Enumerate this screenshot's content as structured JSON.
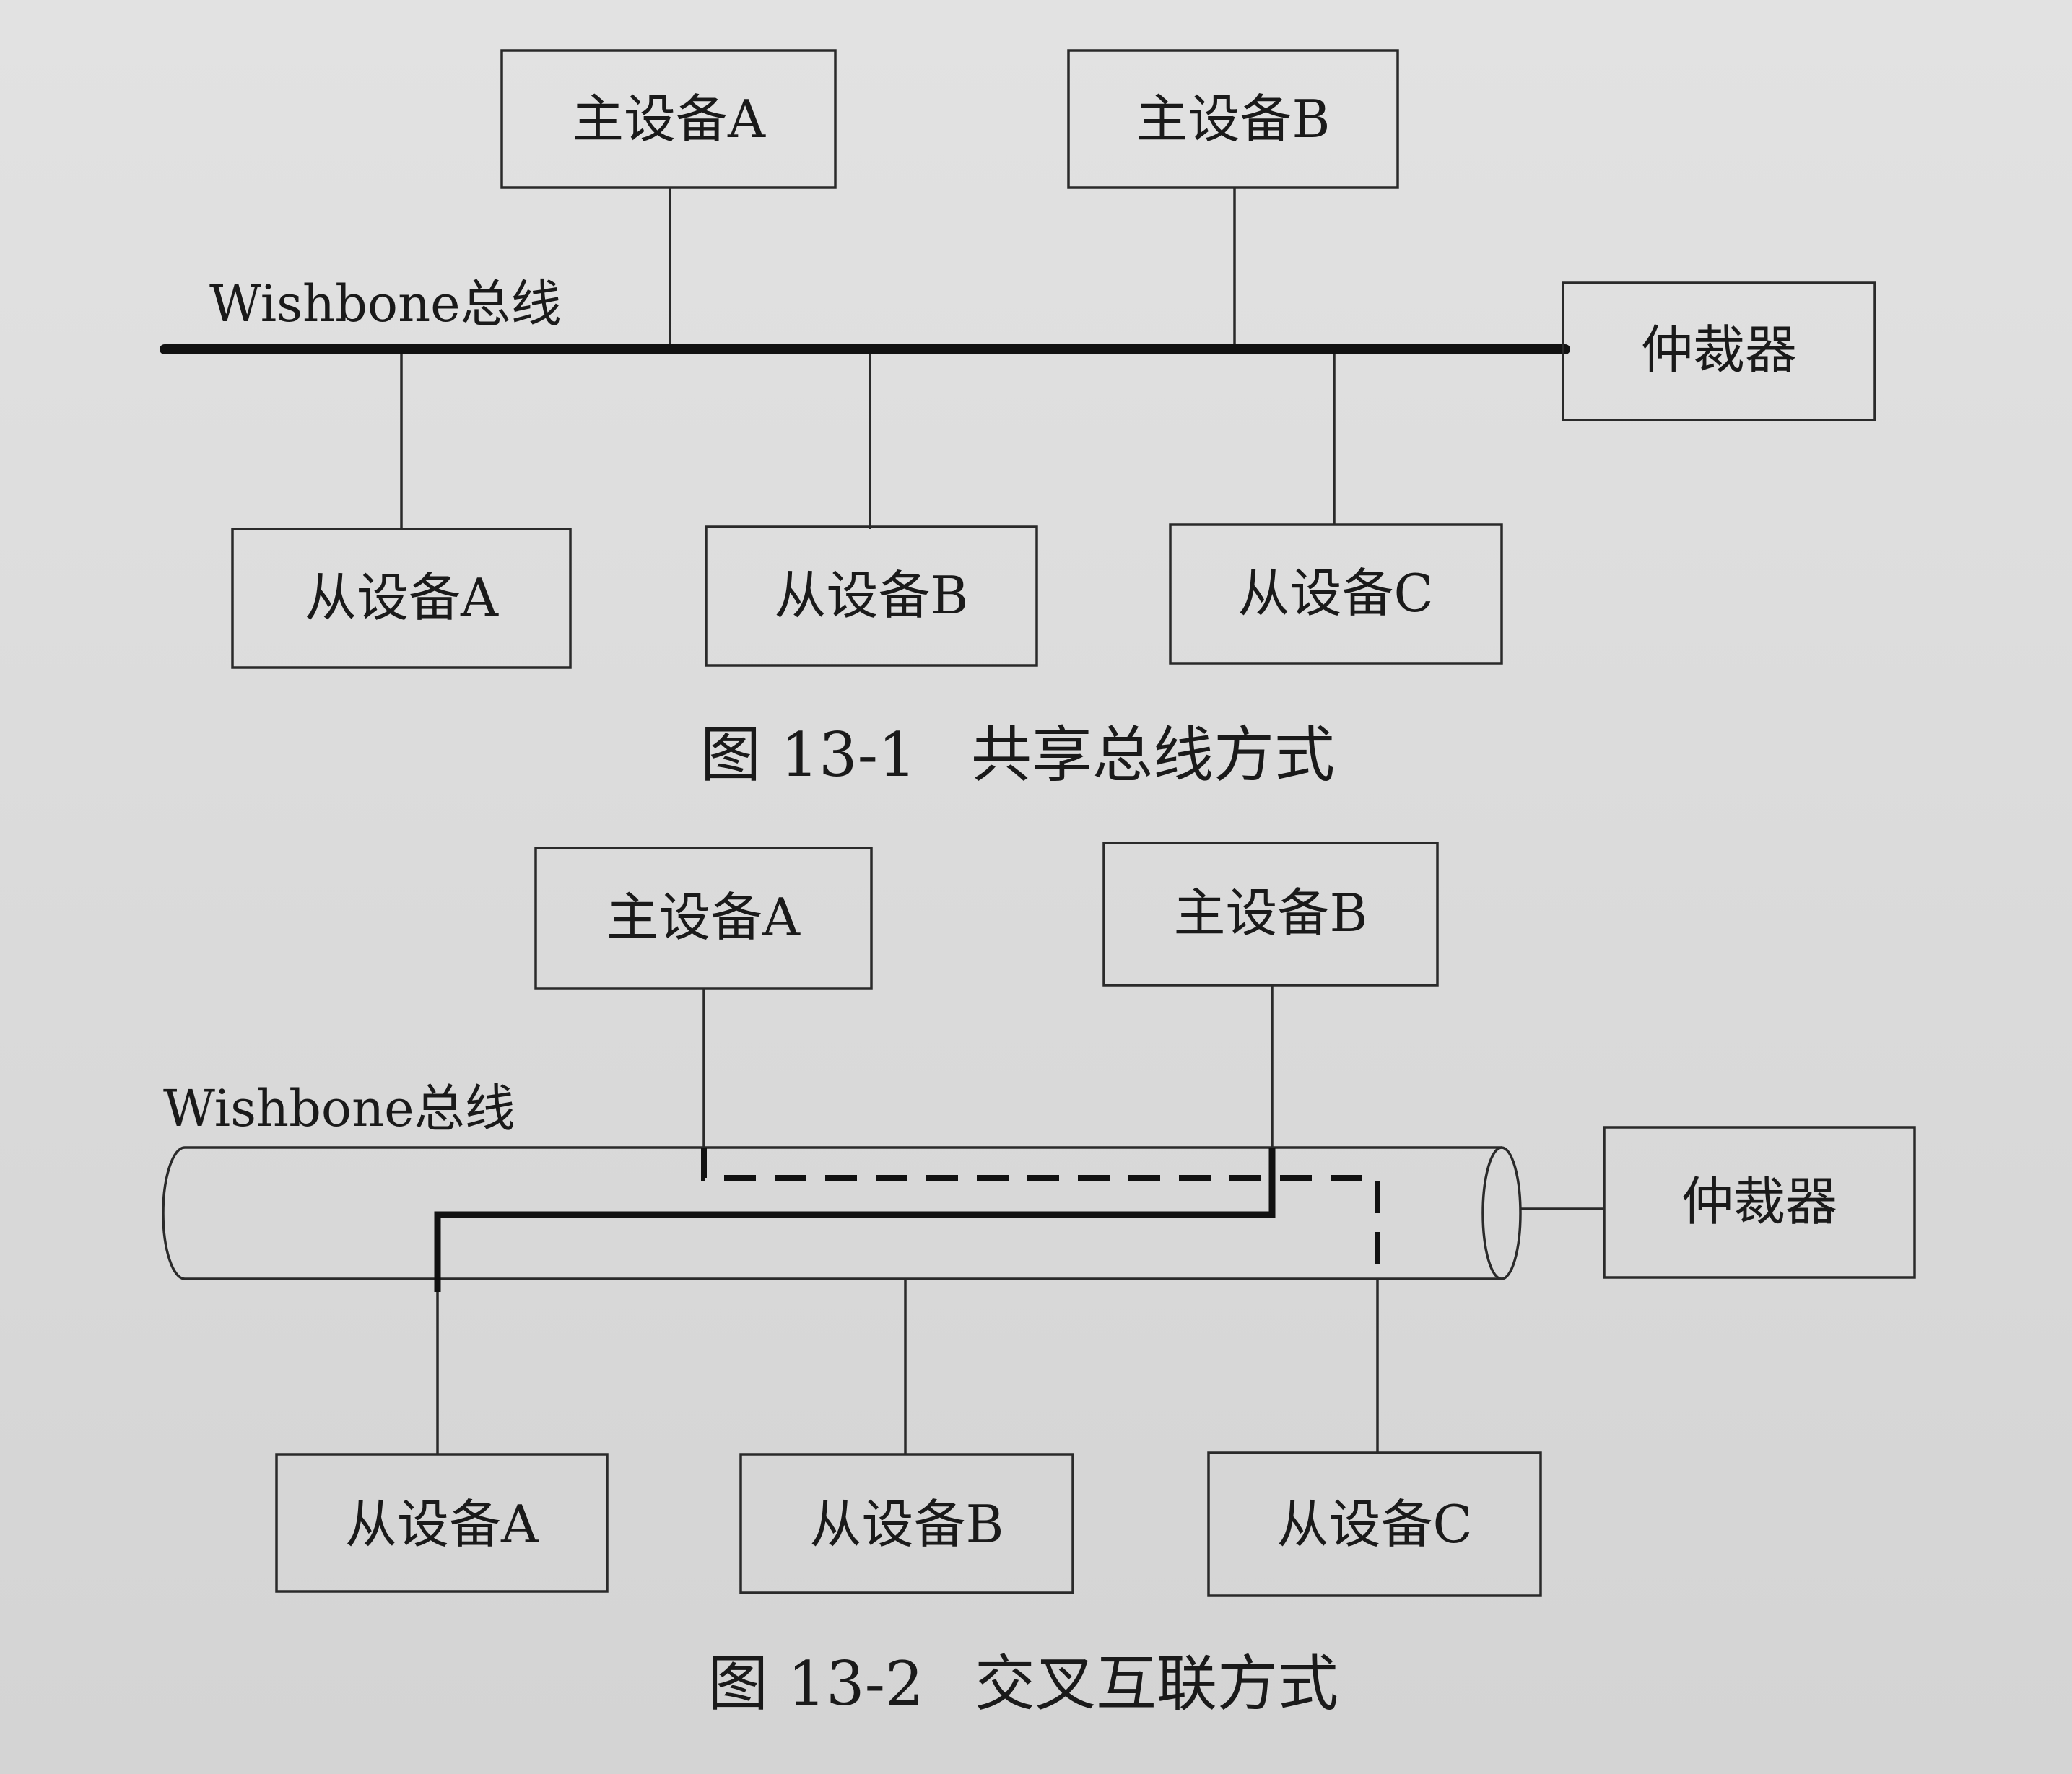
{
  "figure1": {
    "masters": [
      "主设备A",
      "主设备B"
    ],
    "bus_label": "Wishbone总线",
    "arbiter": "仲裁器",
    "slaves": [
      "从设备A",
      "从设备B",
      "从设备C"
    ],
    "caption_number": "图 13-1",
    "caption_text": "共享总线方式"
  },
  "figure2": {
    "masters": [
      "主设备A",
      "主设备B"
    ],
    "bus_label": "Wishbone总线",
    "arbiter": "仲裁器",
    "slaves": [
      "从设备A",
      "从设备B",
      "从设备C"
    ],
    "caption_number": "图 13-2",
    "caption_text": "交叉互联方式"
  }
}
